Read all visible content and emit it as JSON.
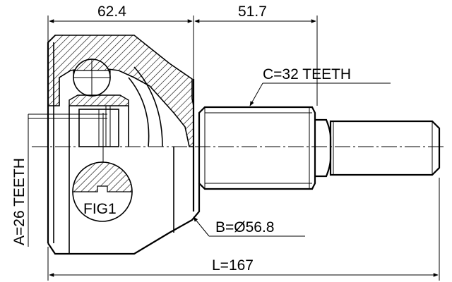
{
  "dimensions": {
    "housing_length": "62.4",
    "shaft_length": "51.7",
    "overall_length": "L=167"
  },
  "callouts": {
    "outer_spline": "C=32 TEETH",
    "inner_spline": "A=26 TEETH",
    "seal_diameter": "B=Ø56.8",
    "figure": "FIG1"
  }
}
